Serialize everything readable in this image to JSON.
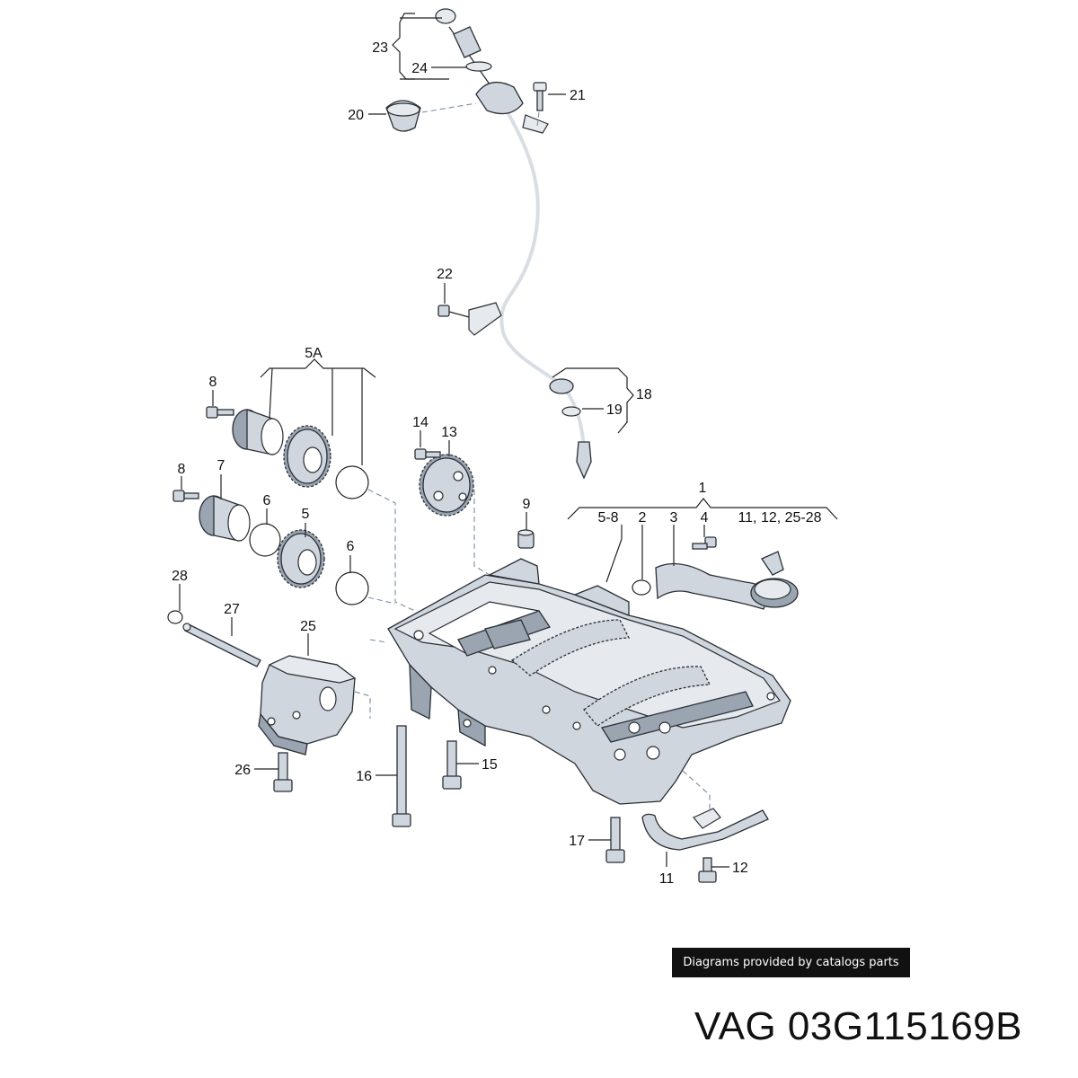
{
  "labels": {
    "l1": "1",
    "l2": "2",
    "l3": "3",
    "l4": "4",
    "l5": "5",
    "l5A": "5A",
    "l5_8": "5-8",
    "l6a": "6",
    "l6b": "6",
    "l7": "7",
    "l8a": "8",
    "l8b": "8",
    "l9": "9",
    "l11": "11",
    "l11list": "11, 12, 25-28",
    "l12": "12",
    "l13": "13",
    "l14": "14",
    "l15": "15",
    "l16": "16",
    "l17": "17",
    "l18": "18",
    "l19": "19",
    "l20": "20",
    "l21": "21",
    "l22": "22",
    "l23": "23",
    "l24": "24",
    "l25": "25",
    "l26": "26",
    "l27": "27",
    "l28": "28"
  },
  "credit": "Diagrams provided by catalogs parts",
  "part_number": "VAG 03G115169B"
}
